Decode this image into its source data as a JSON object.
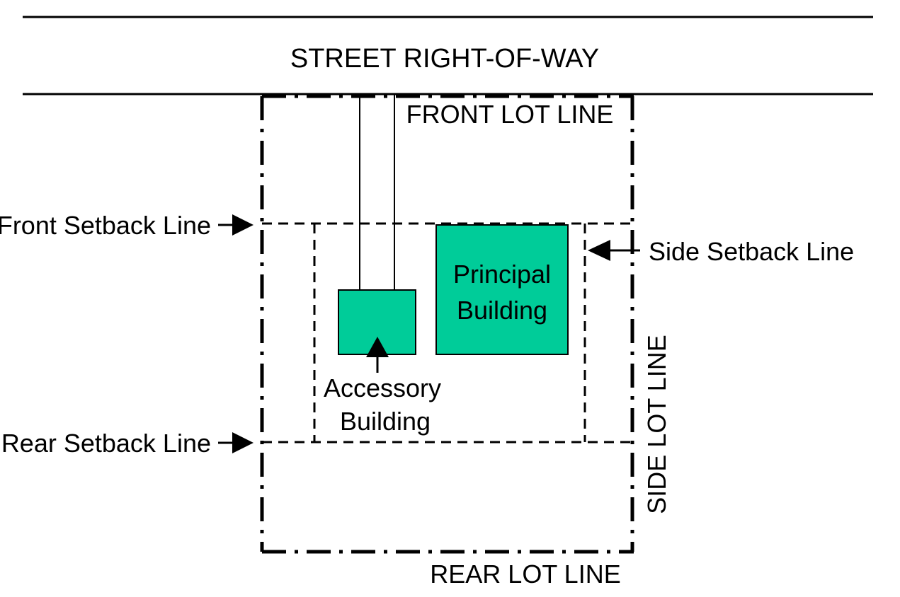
{
  "labels": {
    "street": "STREET RIGHT-OF-WAY",
    "front_lot_line": "FRONT LOT LINE",
    "rear_lot_line": "REAR LOT LINE",
    "side_lot_line": "SIDE LOT LINE",
    "front_setback_line": "Front Setback Line",
    "rear_setback_line": "Rear Setback Line",
    "side_setback_line": "Side Setback Line",
    "principal_building": [
      "Principal",
      "Building"
    ],
    "accessory_building": [
      "Accessory",
      "Building"
    ]
  },
  "colors": {
    "building_fill": "#00cc99",
    "line": "#000000",
    "background": "#ffffff"
  }
}
